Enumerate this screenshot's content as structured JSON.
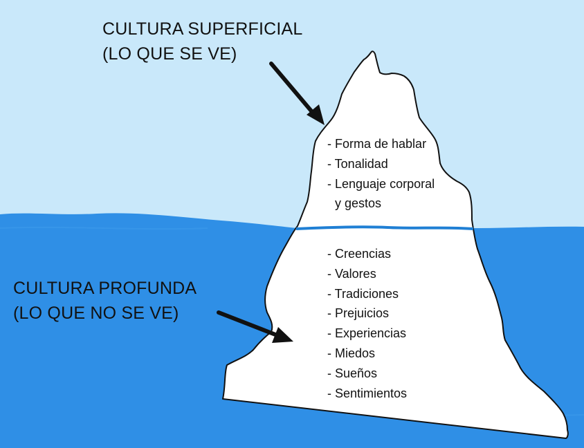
{
  "surface": {
    "title_line1": "CULTURA SUPERFICIAL",
    "title_line2": "(LO QUE SE VE)",
    "items": [
      "- Forma de hablar",
      "- Tonalidad",
      "- Lenguaje corporal"
    ],
    "item_continuation": "y gestos"
  },
  "deep": {
    "title_line1": "CULTURA PROFUNDA",
    "title_line2": "(LO QUE NO SE VE)",
    "items": [
      "- Creencias",
      "- Valores",
      "- Tradiciones",
      "- Prejuicios",
      "- Experiencias",
      "- Miedos",
      "- Sueños",
      "- Sentimientos"
    ]
  },
  "colors": {
    "sky": "#c9e8fa",
    "water": "#2f8fe6",
    "waterline": "#1f7fd4",
    "iceberg": "#ffffff",
    "outline": "#111111",
    "text": "#111111"
  }
}
